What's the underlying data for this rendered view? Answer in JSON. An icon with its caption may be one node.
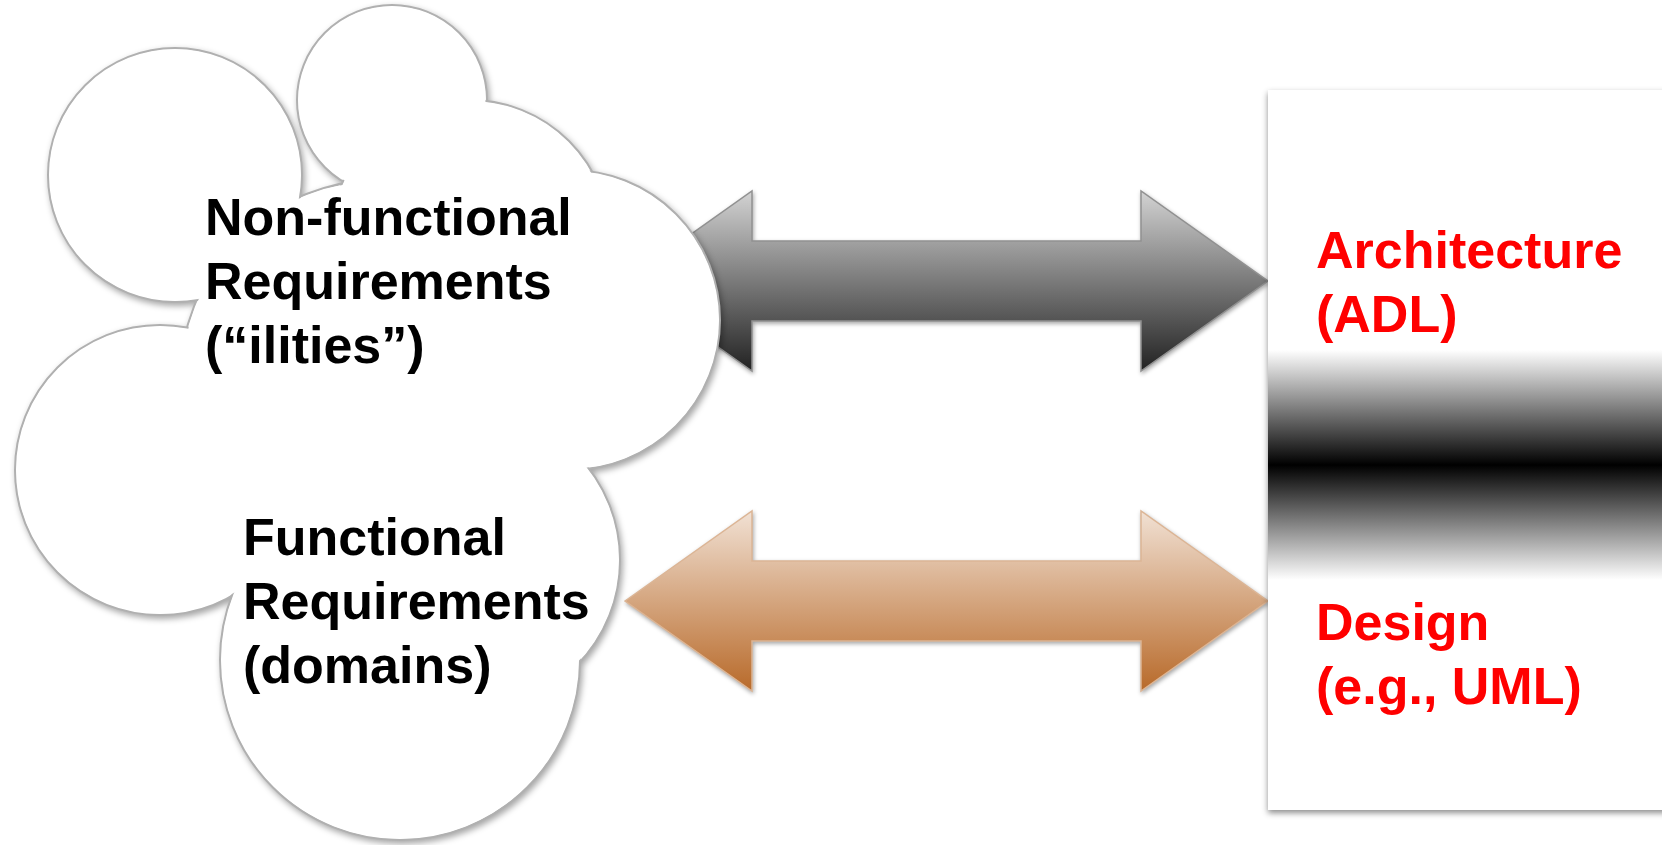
{
  "diagram": {
    "nodes": [
      {
        "text": [],
        "shape": "cloud"
      },
      {
        "text": [
          "Non-functional Requirements (“ilities”)"
        ],
        "in": 0
      },
      {
        "text": [
          "Functional Requirements (domains)"
        ],
        "in": 0
      },
      {
        "text": [],
        "shape": "box"
      },
      {
        "text": [
          "Architecture (ADL)"
        ],
        "in": 3
      },
      {
        "text": [
          "Design (e.g., UML)"
        ],
        "in": 3
      }
    ],
    "edges": [
      {
        "from": 1,
        "to": 4,
        "arrow": "both",
        "style": "thick"
      },
      {
        "from": 2,
        "to": 5,
        "arrow": "both",
        "style": "thick",
        "color": "#b86a2a"
      }
    ]
  }
}
